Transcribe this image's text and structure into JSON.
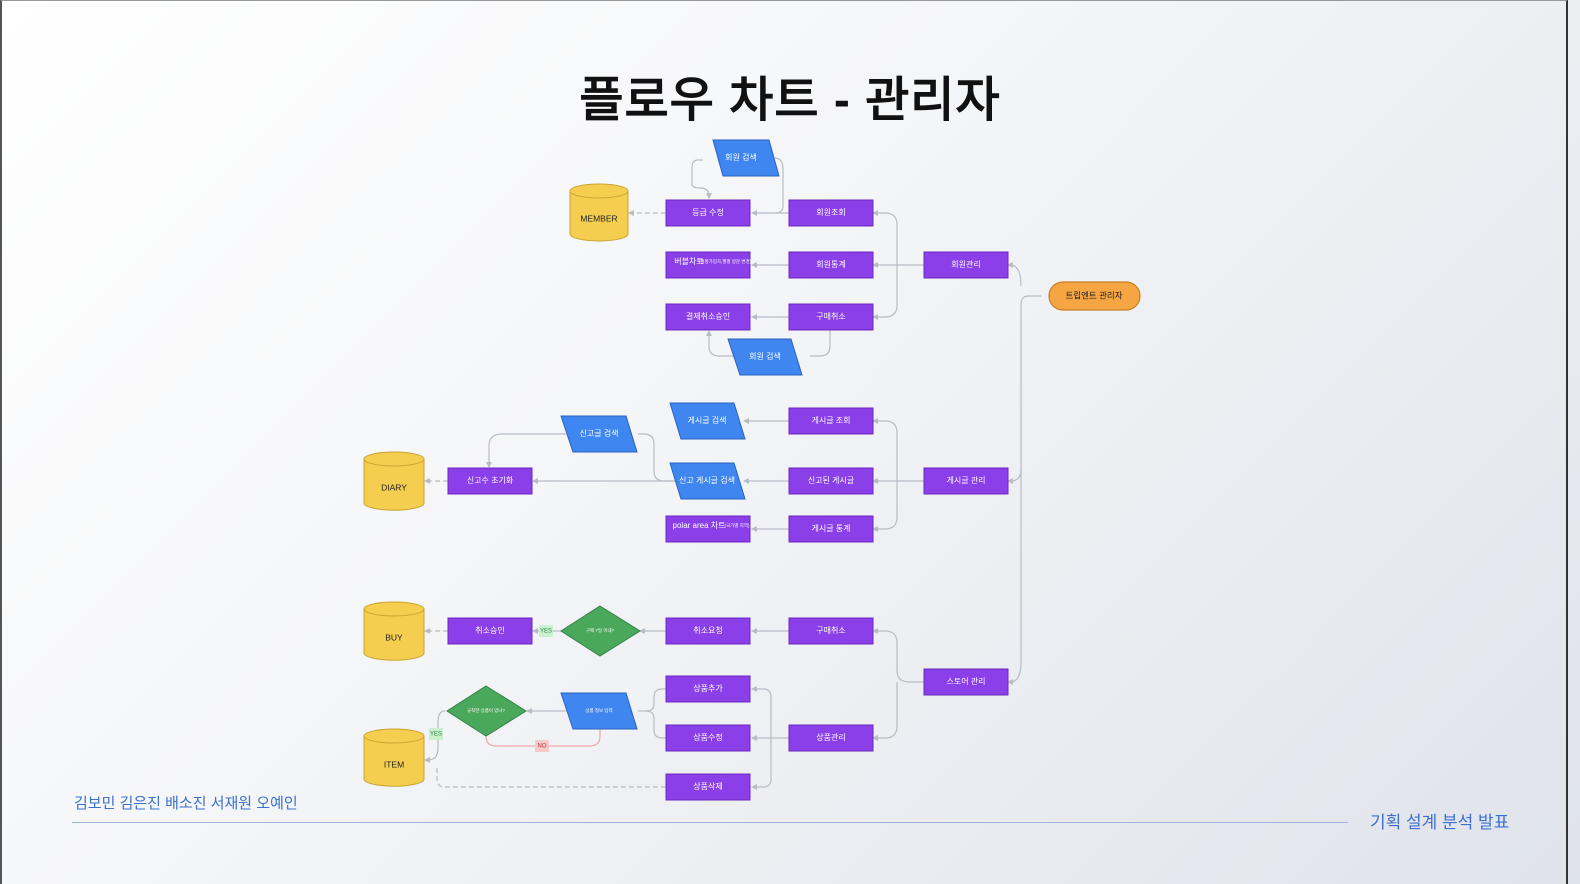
{
  "slide": {
    "title": "플로우 차트 - 관리자",
    "authors": "김보민 김은진 배소진 서재원 오예인",
    "presentation": "기획 설계 분석 발표"
  },
  "colors": {
    "process": "#8b3fe8",
    "io": "#3f86f0",
    "decision": "#4aa85a",
    "database": "#f5cd4f",
    "start": "#f5a542"
  },
  "nodes": {
    "admin": "트립엔트 관리자",
    "member_mgmt": "회원관리",
    "board_mgmt": "게시글 관리",
    "store_mgmt": "스토어 관리",
    "member_search_top": "회원 검색",
    "grade_edit": "등급 수정",
    "member_view": "회원조회",
    "bubble_chart": "버블차트",
    "bubble_chart_note": "(월평가입자,월평 방문 변경)",
    "member_stats": "회원통계",
    "pay_cancel_approve": "결제취소승인",
    "purchase_cancel_1": "구매취소",
    "member_search_bottom": "회원 검색",
    "db_member": "MEMBER",
    "post_search": "게시글 검색",
    "post_view": "게시글 조회",
    "report_search": "신고글 검색",
    "report_reset": "신고수 초기화",
    "report_post_search": "신고 게시글 검색",
    "reported_posts": "신고된 게시글",
    "polar_chart": "polar area 차트",
    "polar_chart_note": "(국가별 지역)",
    "post_stats": "게시글 통계",
    "db_diary": "DIARY",
    "cancel_approve": "취소승인",
    "cancel_decision": "구매 7일 이내?",
    "cancel_request": "취소요청",
    "purchase_cancel_2": "구매취소",
    "db_buy": "BUY",
    "product_add": "상품추가",
    "product_edit": "상품수정",
    "product_delete": "상품삭제",
    "product_mgmt": "상품관리",
    "product_info_input": "상품 정보 입력",
    "product_decision": "규칙한 상품이 있나?",
    "db_item": "ITEM",
    "yes_1": "YES",
    "yes_2": "YES",
    "no_1": "NO"
  }
}
